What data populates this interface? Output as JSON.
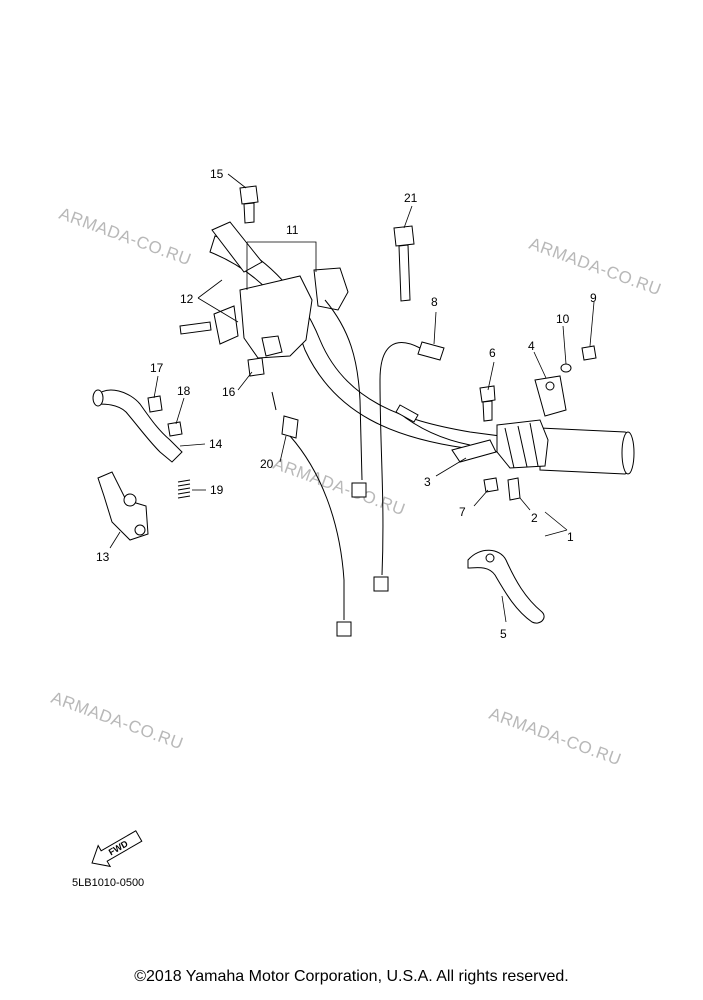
{
  "diagram": {
    "callouts": [
      "1",
      "2",
      "3",
      "4",
      "5",
      "6",
      "7",
      "8",
      "9",
      "10",
      "11",
      "12",
      "13",
      "14",
      "15",
      "16",
      "17",
      "18",
      "19",
      "20",
      "21"
    ],
    "watermark": "ARMADA-CO.RU",
    "fwd_label": "FWD",
    "drawing_code": "5LB1010-0500"
  },
  "footer": {
    "copyright": "©2018 Yamaha Motor Corporation, U.S.A. All rights reserved."
  }
}
